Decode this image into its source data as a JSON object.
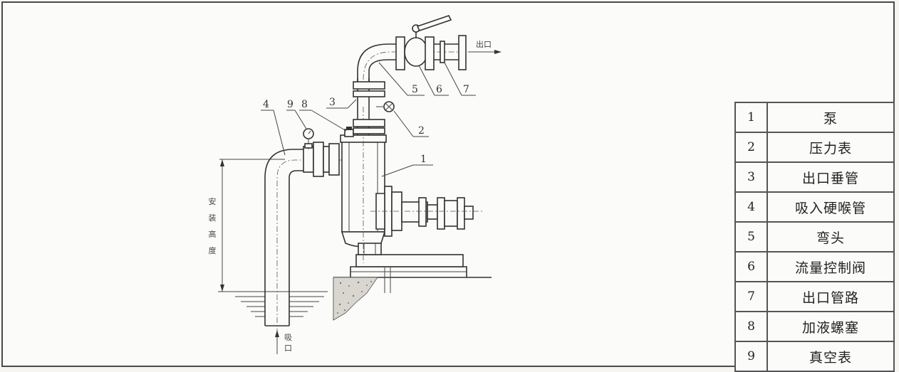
{
  "outlet_label": "出口",
  "inlet_label": "吸口",
  "height_label": "安装高度",
  "callouts": [
    "1",
    "2",
    "3",
    "4",
    "5",
    "6",
    "7",
    "8",
    "9"
  ],
  "parts": [
    {
      "num": "1",
      "name": "泵"
    },
    {
      "num": "2",
      "name": "压力表"
    },
    {
      "num": "3",
      "name": "出口垂管"
    },
    {
      "num": "4",
      "name": "吸入硬喉管"
    },
    {
      "num": "5",
      "name": "弯头"
    },
    {
      "num": "6",
      "name": "流量控制阀"
    },
    {
      "num": "7",
      "name": "出口管路"
    },
    {
      "num": "8",
      "name": "加液螺塞"
    },
    {
      "num": "9",
      "name": "真空表"
    }
  ]
}
